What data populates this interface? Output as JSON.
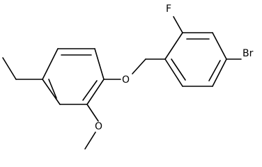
{
  "molecule": {
    "atoms": {
      "fluorine": "F",
      "bromine": "Br",
      "ether_oxygen": "O",
      "methoxy_oxygen": "O"
    },
    "colors": {
      "bond": "#000000",
      "label": "#000000",
      "background": "#ffffff"
    }
  }
}
